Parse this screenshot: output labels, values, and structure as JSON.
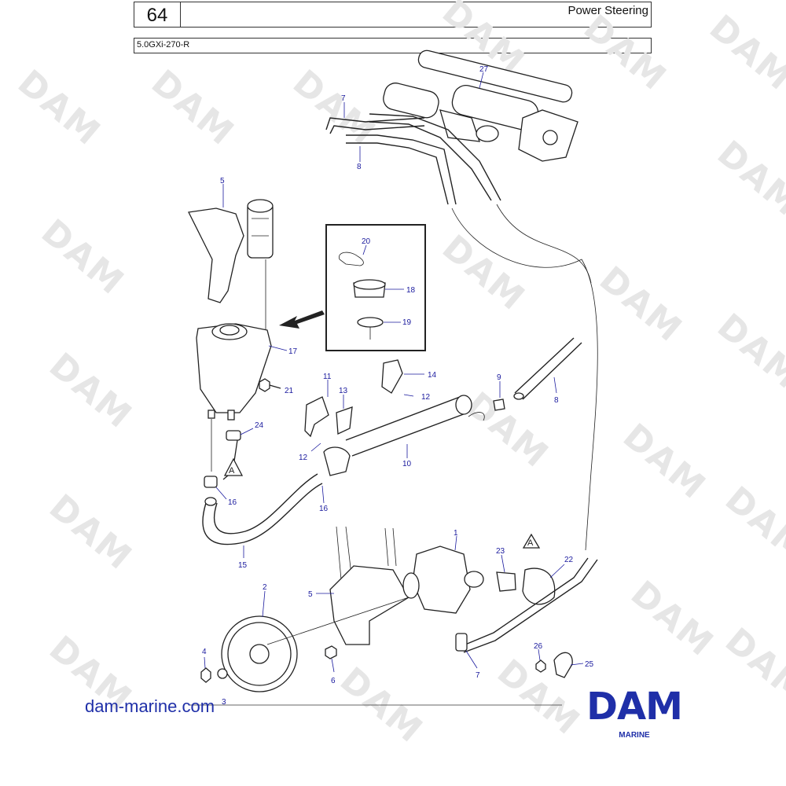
{
  "header": {
    "page_number": "64",
    "title": "Power Steering",
    "model": "5.0GXi-270-R"
  },
  "watermark": "DAM",
  "callouts": {
    "c1": "1",
    "c2": "2",
    "c3": "3",
    "c4": "4",
    "c5a": "5",
    "c5b": "5",
    "c6": "6",
    "c7a": "7",
    "c7b": "7",
    "c8a": "8",
    "c8b": "8",
    "c9": "9",
    "c10": "10",
    "c11": "11",
    "c12a": "12",
    "c12b": "12",
    "c13": "13",
    "c14": "14",
    "c15": "15",
    "c16a": "16",
    "c16b": "16",
    "c17": "17",
    "c18": "18",
    "c19": "19",
    "c20": "20",
    "c21": "21",
    "c22": "22",
    "c23": "23",
    "c24": "24",
    "c25": "25",
    "c26": "26",
    "c27": "27",
    "markA1": "A",
    "markA2": "A"
  },
  "footer": {
    "url": "dam-marine.com",
    "brand": "DAM",
    "brand_sub": "MARINE"
  },
  "colors": {
    "accent": "#1f2fa8",
    "callout": "#1a1a9e"
  }
}
